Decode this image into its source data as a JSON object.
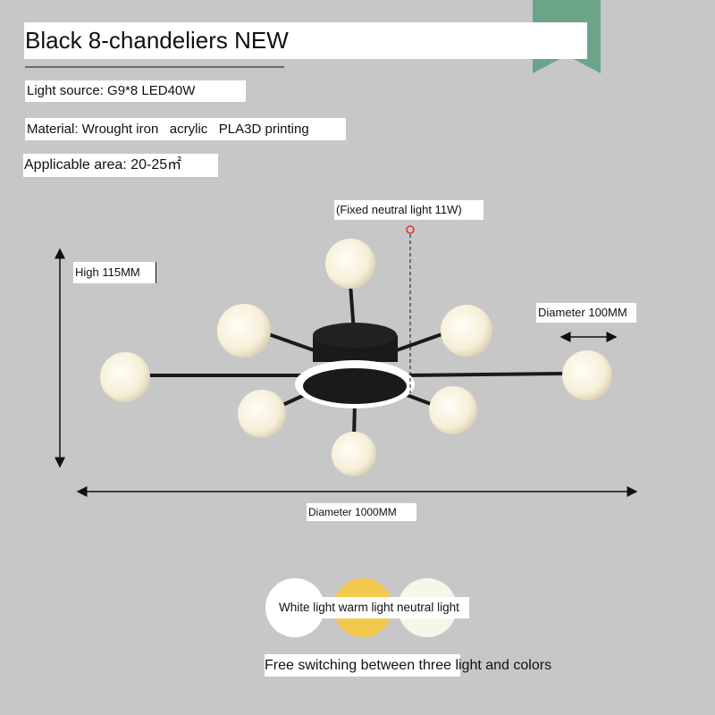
{
  "title": "Black 8-chandeliers NEW",
  "specs": {
    "light_source": "Light source: G9*8 LED40W",
    "material": "Material: Wrought iron   acrylic   PLA3D printing",
    "area": "Applicable area: 20-25㎡"
  },
  "annotations": {
    "fixed_light": "(Fixed neutral light 11W)",
    "height": "High 115MM",
    "globe_diameter": "Diameter 100MM",
    "total_diameter": "Diameter 1000MM"
  },
  "light_modes": {
    "label": "White light warm light neutral light",
    "colors": [
      "#ffffff",
      "#f2c94c",
      "#f7f6ea"
    ],
    "caption": "Free switching between three light and colors"
  },
  "colors": {
    "background": "#c7c7c7",
    "ribbon": "#6aa58a"
  }
}
